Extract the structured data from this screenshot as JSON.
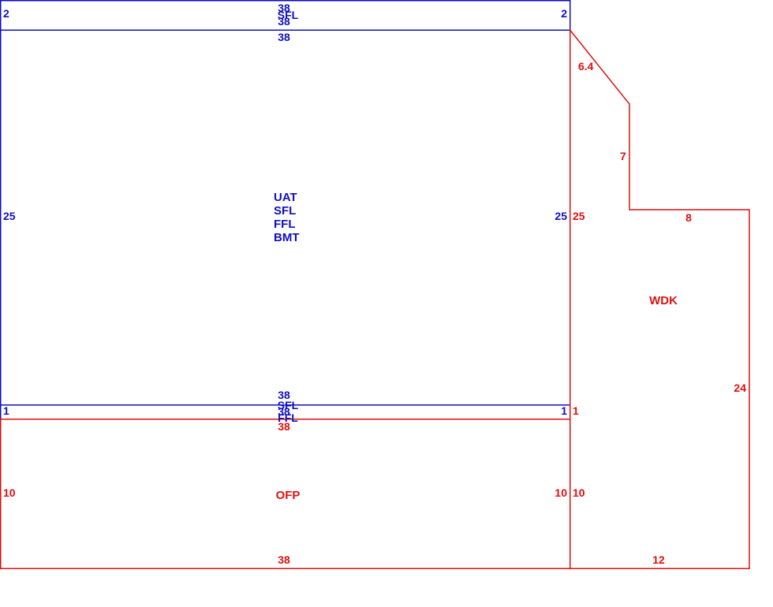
{
  "colors": {
    "upper": "#1010c0",
    "lower": "#dd1010"
  },
  "top_strip": {
    "top": "38",
    "area_code": "SFL",
    "bottom": "38",
    "left": "2",
    "right": "2"
  },
  "main_area": {
    "top": "38",
    "bottom": "38",
    "left": "25",
    "right": "25",
    "codes": [
      "UAT",
      "SFL",
      "FFL",
      "BMT"
    ]
  },
  "mid_strip": {
    "top": "38",
    "code_upper": "SFL",
    "middle": "38",
    "code_lower": "FFL",
    "left": "1",
    "right": "1"
  },
  "porch": {
    "code": "OFP",
    "top": "38",
    "bottom": "38",
    "left": "10",
    "right": "10"
  },
  "deck": {
    "code": "WDK",
    "diagonal": "6.4",
    "step_vertical": "7",
    "step_horizontal": "8",
    "right": "24",
    "bottom": "12",
    "left_upper": "25",
    "left_mid": "1",
    "left_lower": "10"
  }
}
